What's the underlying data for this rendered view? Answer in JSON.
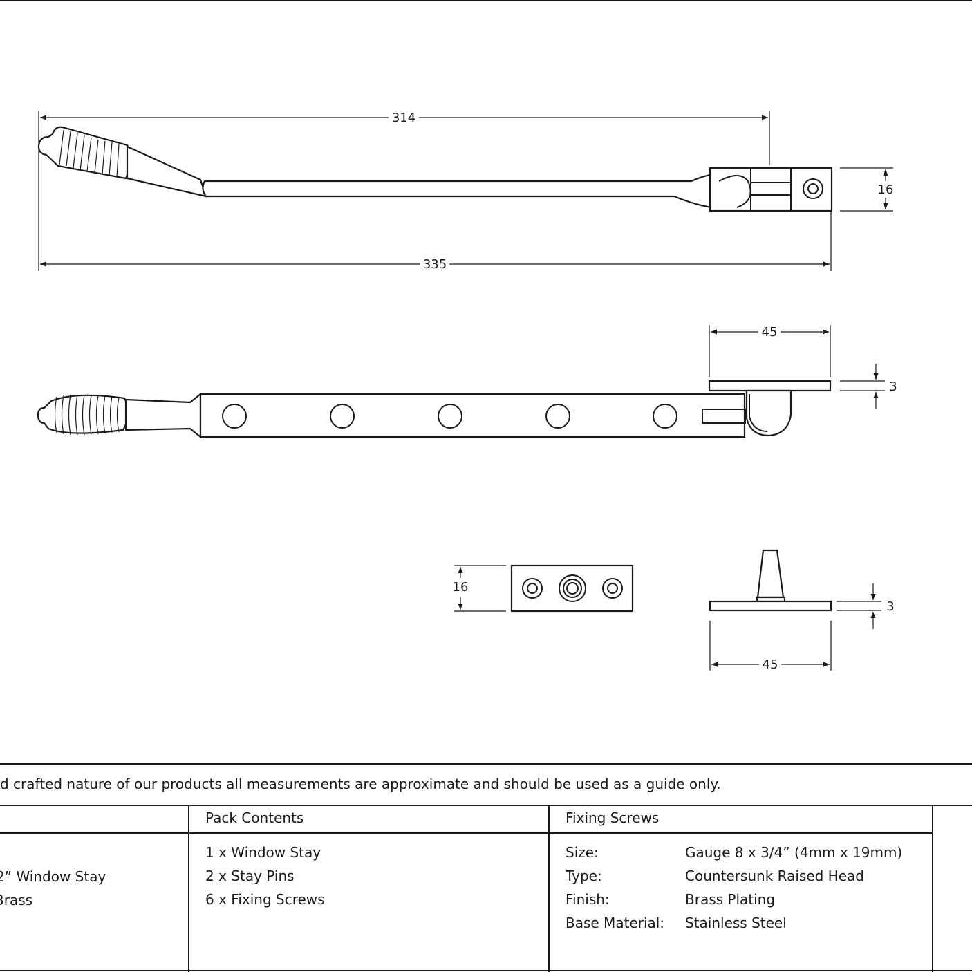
{
  "dimensions": {
    "top_view": {
      "length_pivot": "314",
      "length_overall": "335",
      "bracket_height": "16"
    },
    "side_view": {
      "bracket_width": "45",
      "bracket_thickness": "3"
    },
    "pin_plate_front": {
      "height": "16"
    },
    "pin_plate_side": {
      "thickness": "3",
      "width": "45"
    }
  },
  "disclaimer": "d crafted nature of our products all measurements are approximate and should be used as a guide only.",
  "table": {
    "col1": {
      "lines": [
        "2” Window Stay",
        "Brass"
      ]
    },
    "pack_contents": {
      "header": "Pack Contents",
      "items": [
        "1 x Window Stay",
        "2 x Stay Pins",
        "6 x Fixing Screws"
      ]
    },
    "fixing_screws": {
      "header": "Fixing Screws",
      "rows": [
        {
          "label": "Size:",
          "value": "Gauge 8 x 3/4” (4mm x 19mm)"
        },
        {
          "label": "Type:",
          "value": "Countersunk Raised Head"
        },
        {
          "label": "Finish:",
          "value": "Brass Plating"
        },
        {
          "label": "Base Material:",
          "value": "Stainless Steel"
        }
      ]
    }
  }
}
